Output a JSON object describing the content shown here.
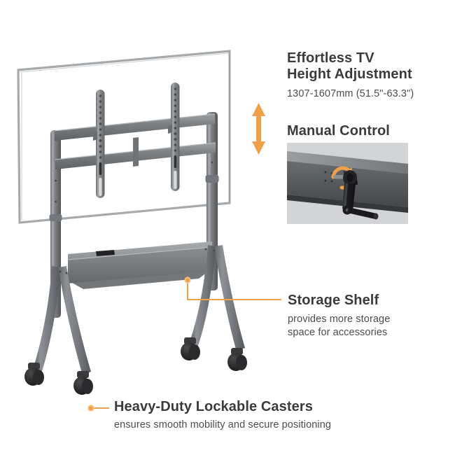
{
  "page": {
    "background": "#ffffff",
    "accent_color": "#efa04a",
    "text_color": "#3b3b3d"
  },
  "features": {
    "height_adjustment": {
      "title_line1": "Effortless TV",
      "title_line2": "Height Adjustment",
      "spec": "1307-1607mm (51.5\"-63.3\")",
      "indicator_icon": "vertical-double-arrow-icon"
    },
    "manual_control": {
      "title": "Manual Control",
      "image_caption_icon": "crank-handle-icon",
      "rotation_icon": "circular-rotation-arrow-icon"
    },
    "storage_shelf": {
      "title": "Storage Shelf",
      "description_line1": "provides more storage",
      "description_line2": "space for accessories",
      "callout_icon": "callout-dot-icon"
    },
    "casters": {
      "title": "Heavy-Duty Lockable Casters",
      "description": "ensures smooth mobility and secure positioning",
      "callout_icon": "callout-dot-icon"
    }
  },
  "illustration": {
    "name": "tv-cart-product-illustration",
    "parts": {
      "tv_outline": "tv-screen-outline",
      "vesa_bracket_left": "vesa-vertical-bracket-left",
      "vesa_bracket_right": "vesa-vertical-bracket-right",
      "rail_upper": "mount-rail-upper",
      "rail_lower": "mount-rail-lower",
      "column_left": "telescoping-column-left",
      "column_right": "telescoping-column-right",
      "shelf": "storage-shelf",
      "legs": "splayed-legs",
      "casters": "lockable-casters"
    }
  }
}
